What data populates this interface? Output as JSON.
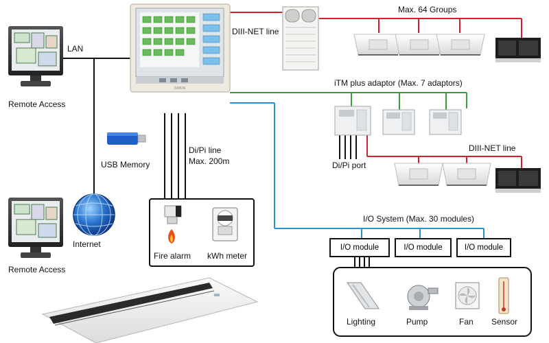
{
  "labels": {
    "lan": "LAN",
    "remote_access_top": "Remote Access",
    "remote_access_bottom": "Remote Access",
    "internet": "Internet",
    "usb_memory": "USB Memory",
    "diii_net_line_top": "DIII-NET line",
    "max_groups": "Max. 64 Groups",
    "itm_adaptor": "iTM plus adaptor (Max. 7 adaptors)",
    "diii_net_line_right": "DIII-NET line",
    "dipi_port": "Di/Pi port",
    "dipi_line": "Di/Pi line",
    "dipi_max": "Max. 200m",
    "io_system": "I/O System (Max. 30 modules)",
    "fire_alarm": "Fire alarm",
    "kwh_meter": "kWh meter",
    "lighting": "Lighting",
    "pump": "Pump",
    "fan": "Fan",
    "sensor": "Sensor",
    "brand_logo": "DAIKIN"
  },
  "io_modules": [
    "I/O module",
    "I/O module",
    "I/O module"
  ],
  "colors": {
    "diii_net_line": "#d0202a",
    "itm_line": "#3a9a3a",
    "io_line": "#2a8fd0",
    "lan_line": "#111111",
    "fire_flame": "#e8501a",
    "usb_blue": "#1f5fc8"
  }
}
